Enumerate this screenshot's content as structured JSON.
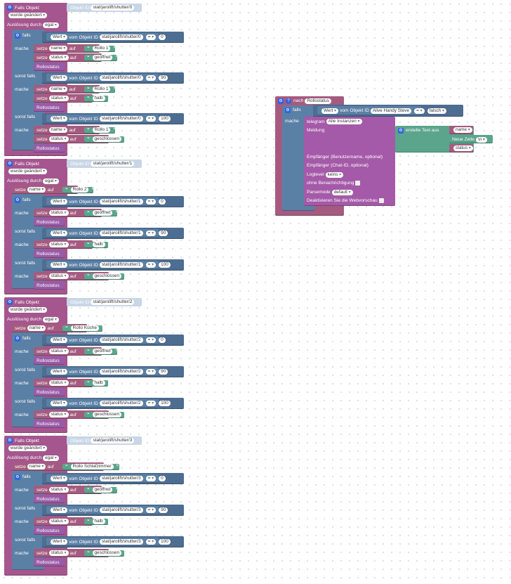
{
  "labels": {
    "falls_objekt": "Falls Objekt",
    "objekt_id": "Objekt ID",
    "wurde_geaendert": "wurde geändert",
    "ausloesung_durch": "Auslösung durch",
    "egal": "egal",
    "falls": "falls",
    "sonst_falls": "sonst falls",
    "mache": "mache",
    "wert": "Wert",
    "vom_objekt_id": "vom Objekt ID",
    "setze": "setze",
    "auf": "auf",
    "name": "name",
    "status": "status",
    "rollostatus": "Rollostatus",
    "eq": "= ",
    "geoeffnet": "geöffnet",
    "halb": "halb",
    "geschlossen": "geschlossen",
    "v0": "0",
    "v90": "90",
    "v100": "100"
  },
  "shutters": [
    {
      "id": "stat/jarolift/shutter/0",
      "name": "Rollo 1"
    },
    {
      "id": "stat/jarolift/shutter/1",
      "name": "Rollo 2"
    },
    {
      "id": "stat/jarolift/shutter/2",
      "name": "Rollo Küche"
    },
    {
      "id": "stat/jarolift/shutter/3",
      "name": "Rollo Schlafzimmer"
    }
  ],
  "function_block": {
    "nach": "nach",
    "title": "Rollostatus",
    "falls": "falls",
    "wert": "Wert",
    "vom_objekt_id": "vom Objekt ID",
    "object": "Alive Handy Steve",
    "op": "= ",
    "falsch": "falsch",
    "mache": "mache",
    "telegram": "telegram",
    "instances": "Alle Instanzen",
    "meldung": "Meldung",
    "erstelle_text": "erstelle Text aus",
    "name_var": "name",
    "neue_zeile": "Neue Zeile",
    "newline": "\\n",
    "status_var": "status",
    "empfaenger_user": "Empfänger (Benutzername, optional)",
    "empfaenger_chat": "Empfänger (Chat-ID, optional)",
    "loglevel": "Loglevel",
    "keins": "keins",
    "ohne_benachrichtigung": "ohne Benachrichtigung",
    "parsemode": "Parsemode",
    "default": "default",
    "deaktivieren": "Deaktivieren Sie die Webvorschau"
  }
}
